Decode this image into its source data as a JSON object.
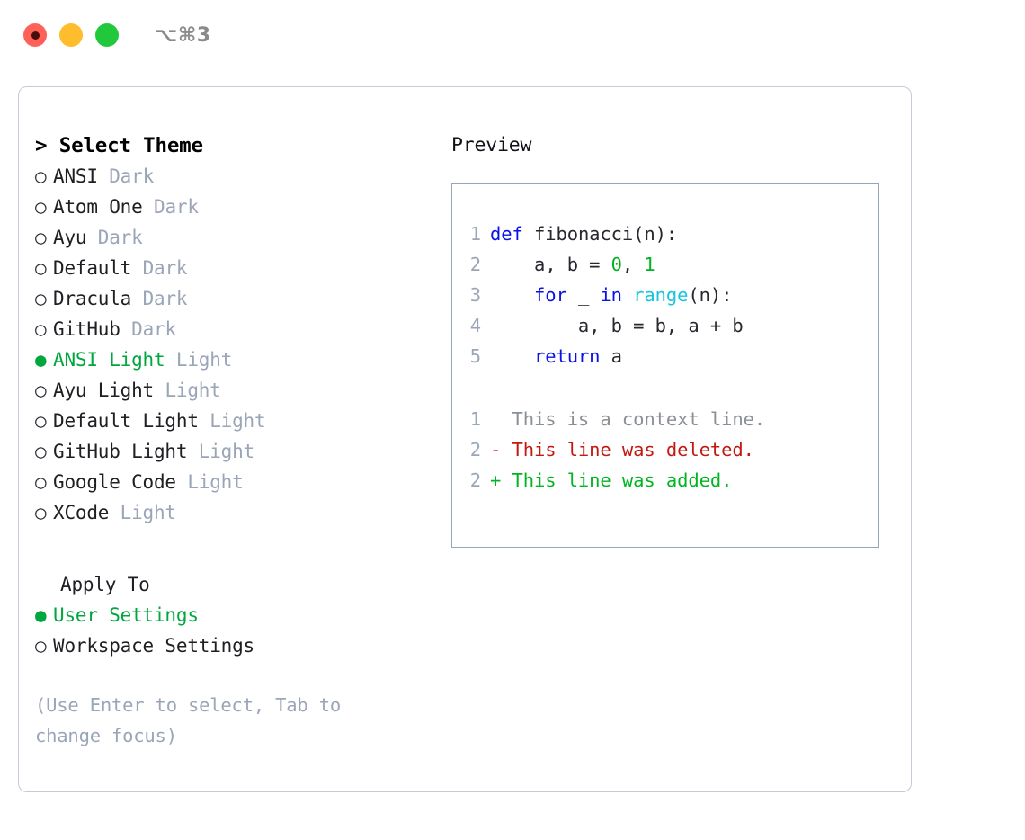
{
  "titlebar": {
    "shortcut": "⌥⌘3",
    "lights": [
      {
        "name": "close-button",
        "color": "#ff6058"
      },
      {
        "name": "minimize-button",
        "color": "#ffbd2e"
      },
      {
        "name": "maximize-button",
        "color": "#21c83c"
      }
    ]
  },
  "left": {
    "caret": ">",
    "heading": "Select Theme",
    "themes": [
      {
        "bullet": "○",
        "name": "ANSI",
        "kind": "Dark",
        "selected": false
      },
      {
        "bullet": "○",
        "name": "Atom One",
        "kind": "Dark",
        "selected": false
      },
      {
        "bullet": "○",
        "name": "Ayu",
        "kind": "Dark",
        "selected": false
      },
      {
        "bullet": "○",
        "name": "Default",
        "kind": "Dark",
        "selected": false
      },
      {
        "bullet": "○",
        "name": "Dracula",
        "kind": "Dark",
        "selected": false
      },
      {
        "bullet": "○",
        "name": "GitHub",
        "kind": "Dark",
        "selected": false
      },
      {
        "bullet": "●",
        "name": "ANSI Light",
        "kind": "Light",
        "selected": true
      },
      {
        "bullet": "○",
        "name": "Ayu Light",
        "kind": "Light",
        "selected": false
      },
      {
        "bullet": "○",
        "name": "Default Light",
        "kind": "Light",
        "selected": false
      },
      {
        "bullet": "○",
        "name": "GitHub Light",
        "kind": "Light",
        "selected": false
      },
      {
        "bullet": "○",
        "name": "Google Code",
        "kind": "Light",
        "selected": false
      },
      {
        "bullet": "○",
        "name": "XCode",
        "kind": "Light",
        "selected": false
      }
    ],
    "apply_to": {
      "heading": "Apply To",
      "options": [
        {
          "bullet": "●",
          "label": "User Settings",
          "selected": true
        },
        {
          "bullet": "○",
          "label": "Workspace Settings",
          "selected": false
        }
      ]
    },
    "hint": "(Use Enter to select, Tab to change focus)"
  },
  "right": {
    "heading": "Preview",
    "code": [
      {
        "lineno": "1",
        "tokens": [
          {
            "t": "def",
            "c": "kw"
          },
          {
            "t": " fibonacci(n):",
            "c": "id"
          }
        ]
      },
      {
        "lineno": "2",
        "tokens": [
          {
            "t": "    a, b = ",
            "c": "id"
          },
          {
            "t": "0",
            "c": "num"
          },
          {
            "t": ", ",
            "c": "id"
          },
          {
            "t": "1",
            "c": "num"
          }
        ]
      },
      {
        "lineno": "3",
        "tokens": [
          {
            "t": "    ",
            "c": "id"
          },
          {
            "t": "for",
            "c": "kw"
          },
          {
            "t": " _ ",
            "c": "id"
          },
          {
            "t": "in",
            "c": "kw"
          },
          {
            "t": " ",
            "c": "id"
          },
          {
            "t": "range",
            "c": "fn"
          },
          {
            "t": "(n):",
            "c": "id"
          }
        ]
      },
      {
        "lineno": "4",
        "tokens": [
          {
            "t": "        a, b = b, a + b",
            "c": "id"
          }
        ]
      },
      {
        "lineno": "5",
        "tokens": [
          {
            "t": "    ",
            "c": "id"
          },
          {
            "t": "return",
            "c": "kw"
          },
          {
            "t": " a",
            "c": "id"
          }
        ]
      }
    ],
    "diff": [
      {
        "lineno": "1",
        "marker": " ",
        "text": "  This is a context line.",
        "kind": "ctx"
      },
      {
        "lineno": "2",
        "marker": "-",
        "text": "- This line was deleted.",
        "kind": "del"
      },
      {
        "lineno": "2",
        "marker": "+",
        "text": "+ This line was added.",
        "kind": "add"
      }
    ]
  },
  "colors": {
    "accent_green": "#00a63e",
    "muted": "#9aa6b8",
    "keyword_blue": "#0a12e8",
    "function_cyan": "#16c5d9",
    "number_green": "#00b31e",
    "diff_delete_red": "#c21a12",
    "diff_add_green": "#00b520",
    "border": "#c3cbd6",
    "preview_border": "#97a5b8"
  }
}
